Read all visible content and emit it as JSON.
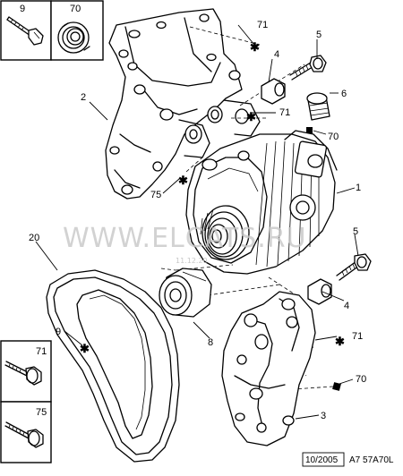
{
  "callouts": {
    "c1": "1",
    "c2": "2",
    "c3": "3",
    "c4a": "4",
    "c4b": "4",
    "c5a": "5",
    "c5b": "5",
    "c6": "6",
    "c8": "8",
    "c9": "9",
    "c20": "20",
    "c70a": "70",
    "c70b": "70",
    "c71a": "71",
    "c71b": "71",
    "c71c": "71",
    "c75": "75"
  },
  "inset_boxes": {
    "box9": "9",
    "box70": "70",
    "box71": "71",
    "box75": "75"
  },
  "watermark": {
    "main": "WWW.ELCATS.RU",
    "sub": "11.12.20"
  },
  "footer": {
    "date": "10/2005",
    "ref": "A7 57A70L"
  }
}
